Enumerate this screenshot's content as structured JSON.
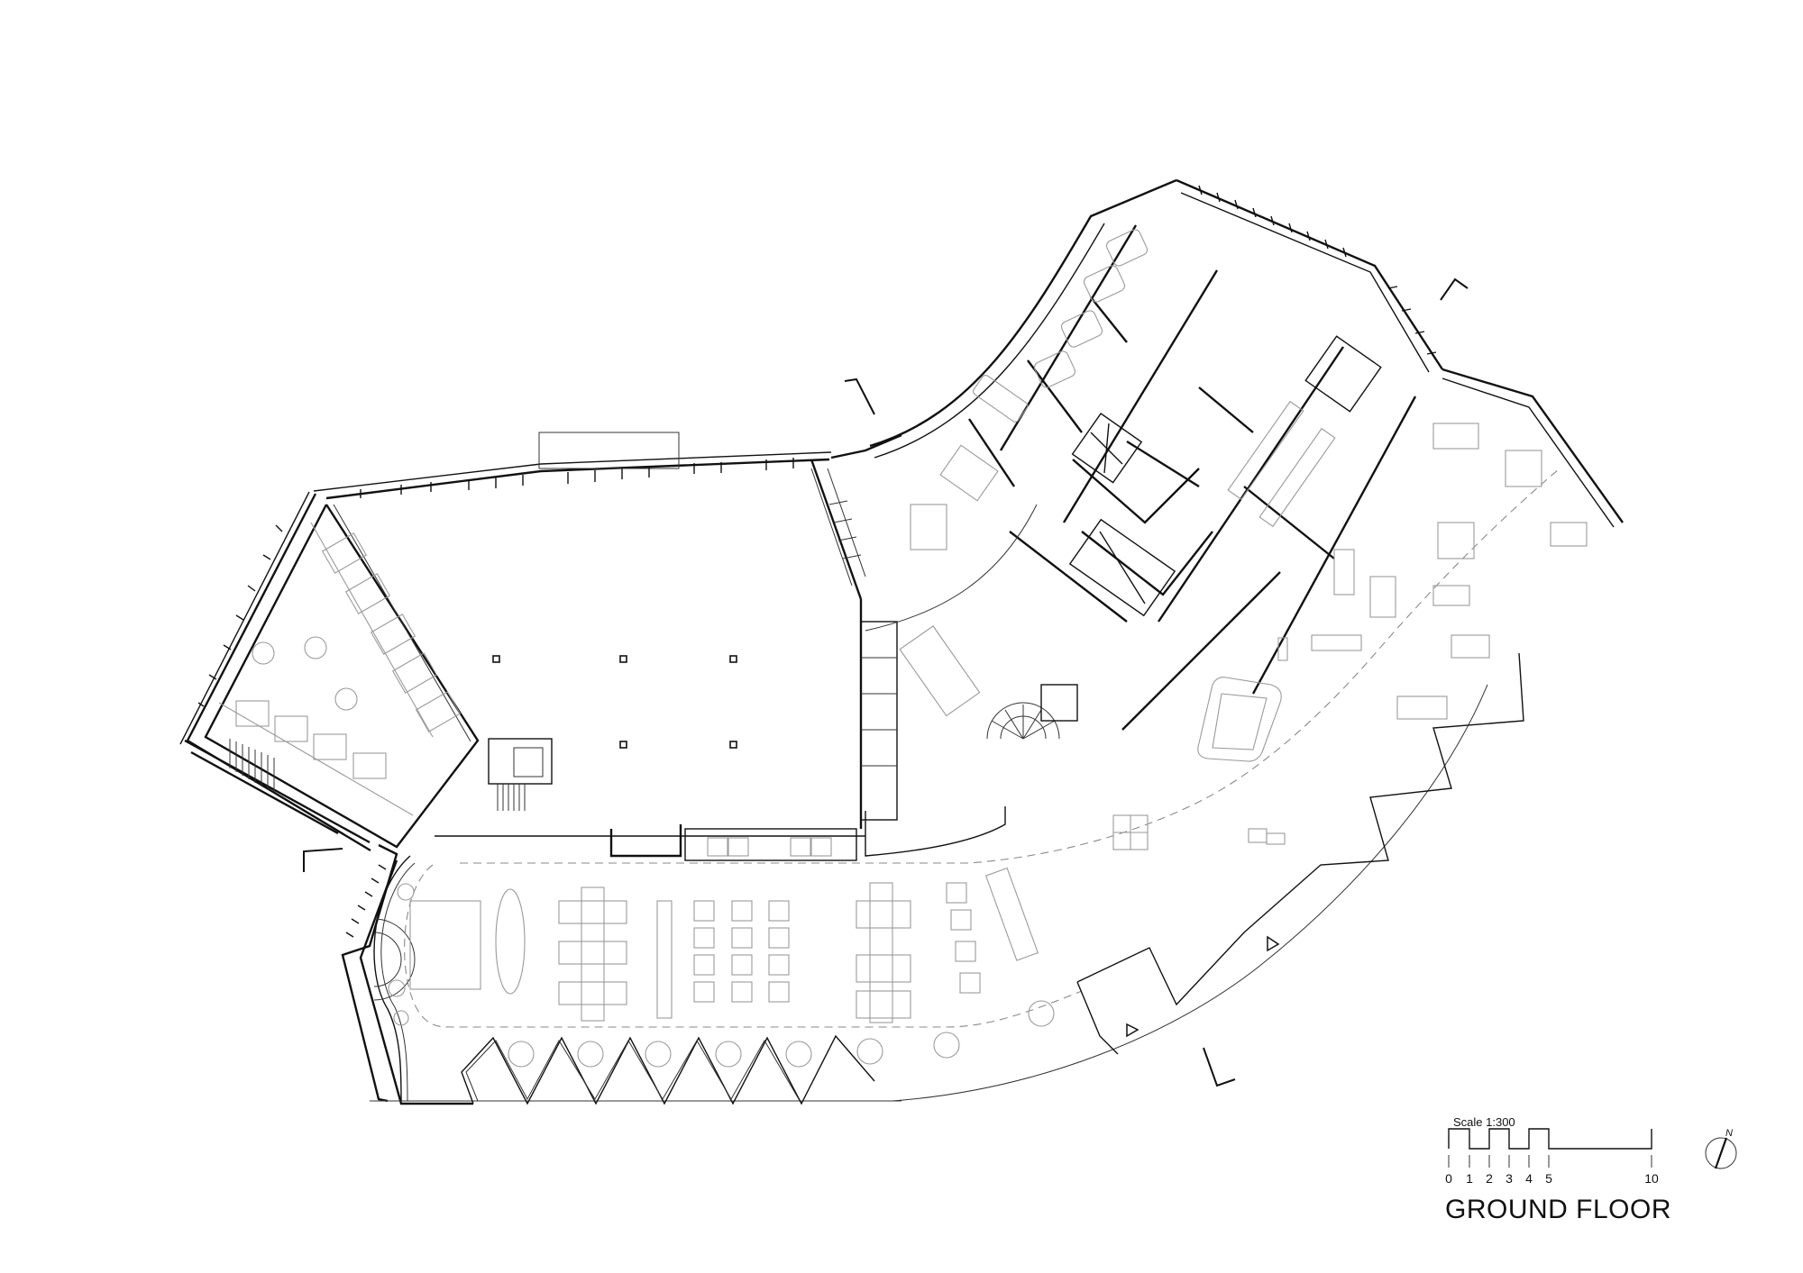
{
  "drawing": {
    "title": "GROUND FLOOR",
    "scale_label": "Scale 1:300",
    "scale_ticks": [
      "0",
      "1",
      "2",
      "3",
      "4",
      "5",
      "10"
    ],
    "north_label": "N",
    "line_color": "#111111",
    "furniture_color": "#9a9a9a",
    "background": "#ffffff"
  },
  "plan_elements": {
    "section_markers": 4,
    "entrance_arrows": 2,
    "structural_columns": 5,
    "dining_round_tables": 8,
    "sawtooth_bays": 5
  }
}
